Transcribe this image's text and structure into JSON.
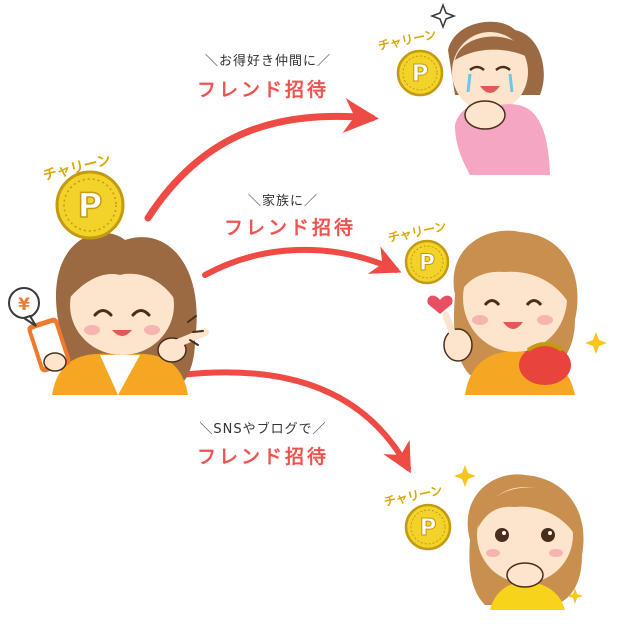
{
  "colors": {
    "invite_text": "#f0534f",
    "arrow": "#ee4b45",
    "coin_fill": "#f3d22a",
    "coin_edge": "#c49a12",
    "chariin_text": "#d8a800",
    "skin": "#fde4cc",
    "hair_brown": "#9c6a42",
    "hair_light": "#c98f4e",
    "shirt_pink": "#f4a6c2",
    "shirt_orange": "#f5a623",
    "shirt_yellow": "#f8d31c",
    "phone": "#f07a2c",
    "purse_red": "#e8443b",
    "sparkle": "#f7c51c",
    "heart": "#e94f64"
  },
  "sender": {
    "coin_label": "チャリーン",
    "coin_letter": "P",
    "bubble_symbol": "¥"
  },
  "invites": [
    {
      "audience": "＼お得好き仲間に／",
      "action": "フレンド招待",
      "coin_label": "チャリーン",
      "coin_letter": "P"
    },
    {
      "audience": "＼家族に／",
      "action": "フレンド招待",
      "coin_label": "チャリーン",
      "coin_letter": "P"
    },
    {
      "audience": "＼SNSやブログで／",
      "action": "フレンド招待",
      "coin_label": "チャリーン",
      "coin_letter": "P"
    }
  ],
  "icons": {
    "coin": "p-coin-icon",
    "sparkle": "sparkle-icon",
    "heart": "heart-icon",
    "yen_bubble": "yen-bubble-icon",
    "phone": "smartphone-icon"
  }
}
